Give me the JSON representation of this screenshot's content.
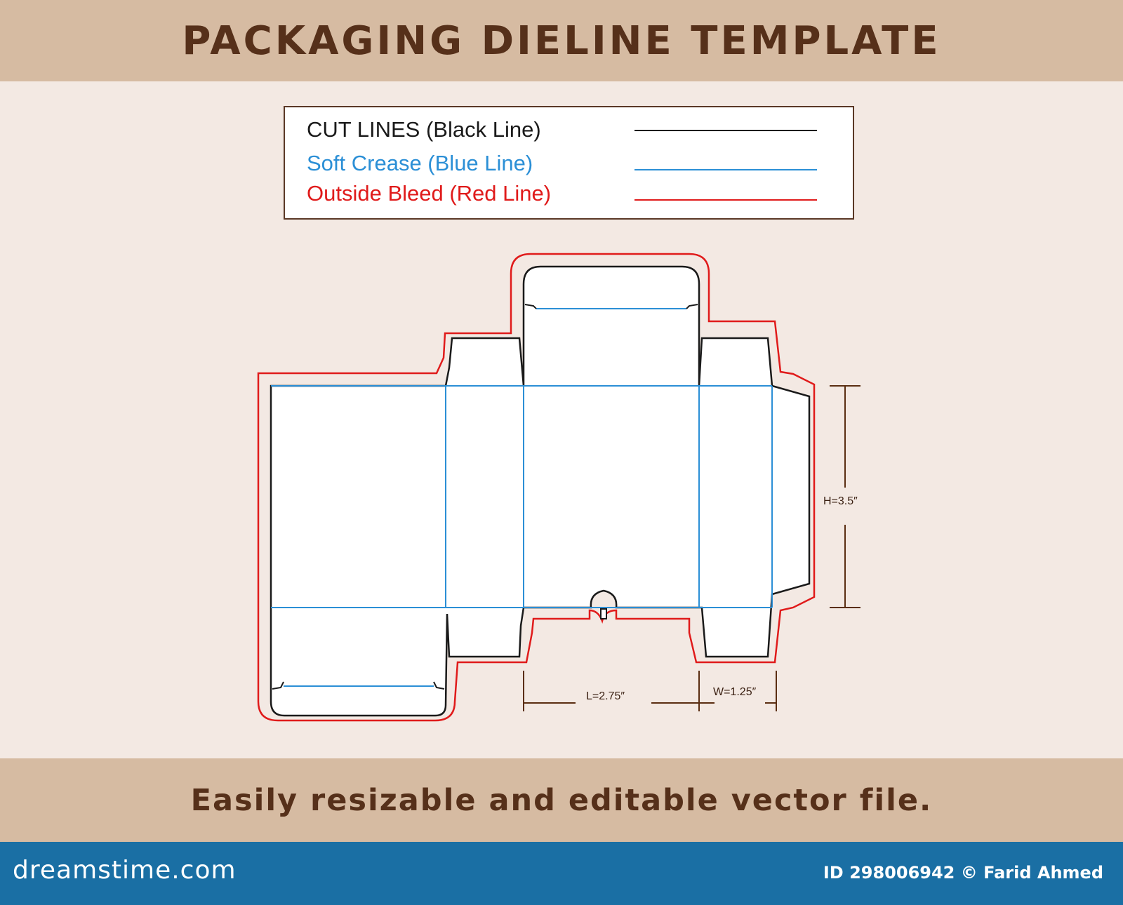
{
  "header": {
    "title": "PACKAGING DIELINE TEMPLATE"
  },
  "legend": {
    "items": [
      {
        "label": "CUT LINES (Black Line)",
        "color": "#1a1a1a"
      },
      {
        "label": "Soft Crease (Blue Line)",
        "color": "#2b8fd6"
      },
      {
        "label": "Outside Bleed (Red Line)",
        "color": "#e01b1b"
      }
    ]
  },
  "dimensions": {
    "height": "H=3.5″",
    "length": "L=2.75″",
    "width": "W=1.25″"
  },
  "colors": {
    "cut": "#1a1a1a",
    "crease": "#2b8fd6",
    "bleed": "#e01b1b",
    "dimension": "#5a2e12"
  },
  "footer": {
    "text": "Easily resizable and editable vector file."
  },
  "brand": {
    "logo": "dreamstime.com",
    "id_text": "ID 298006942 © Farid Ahmed"
  }
}
